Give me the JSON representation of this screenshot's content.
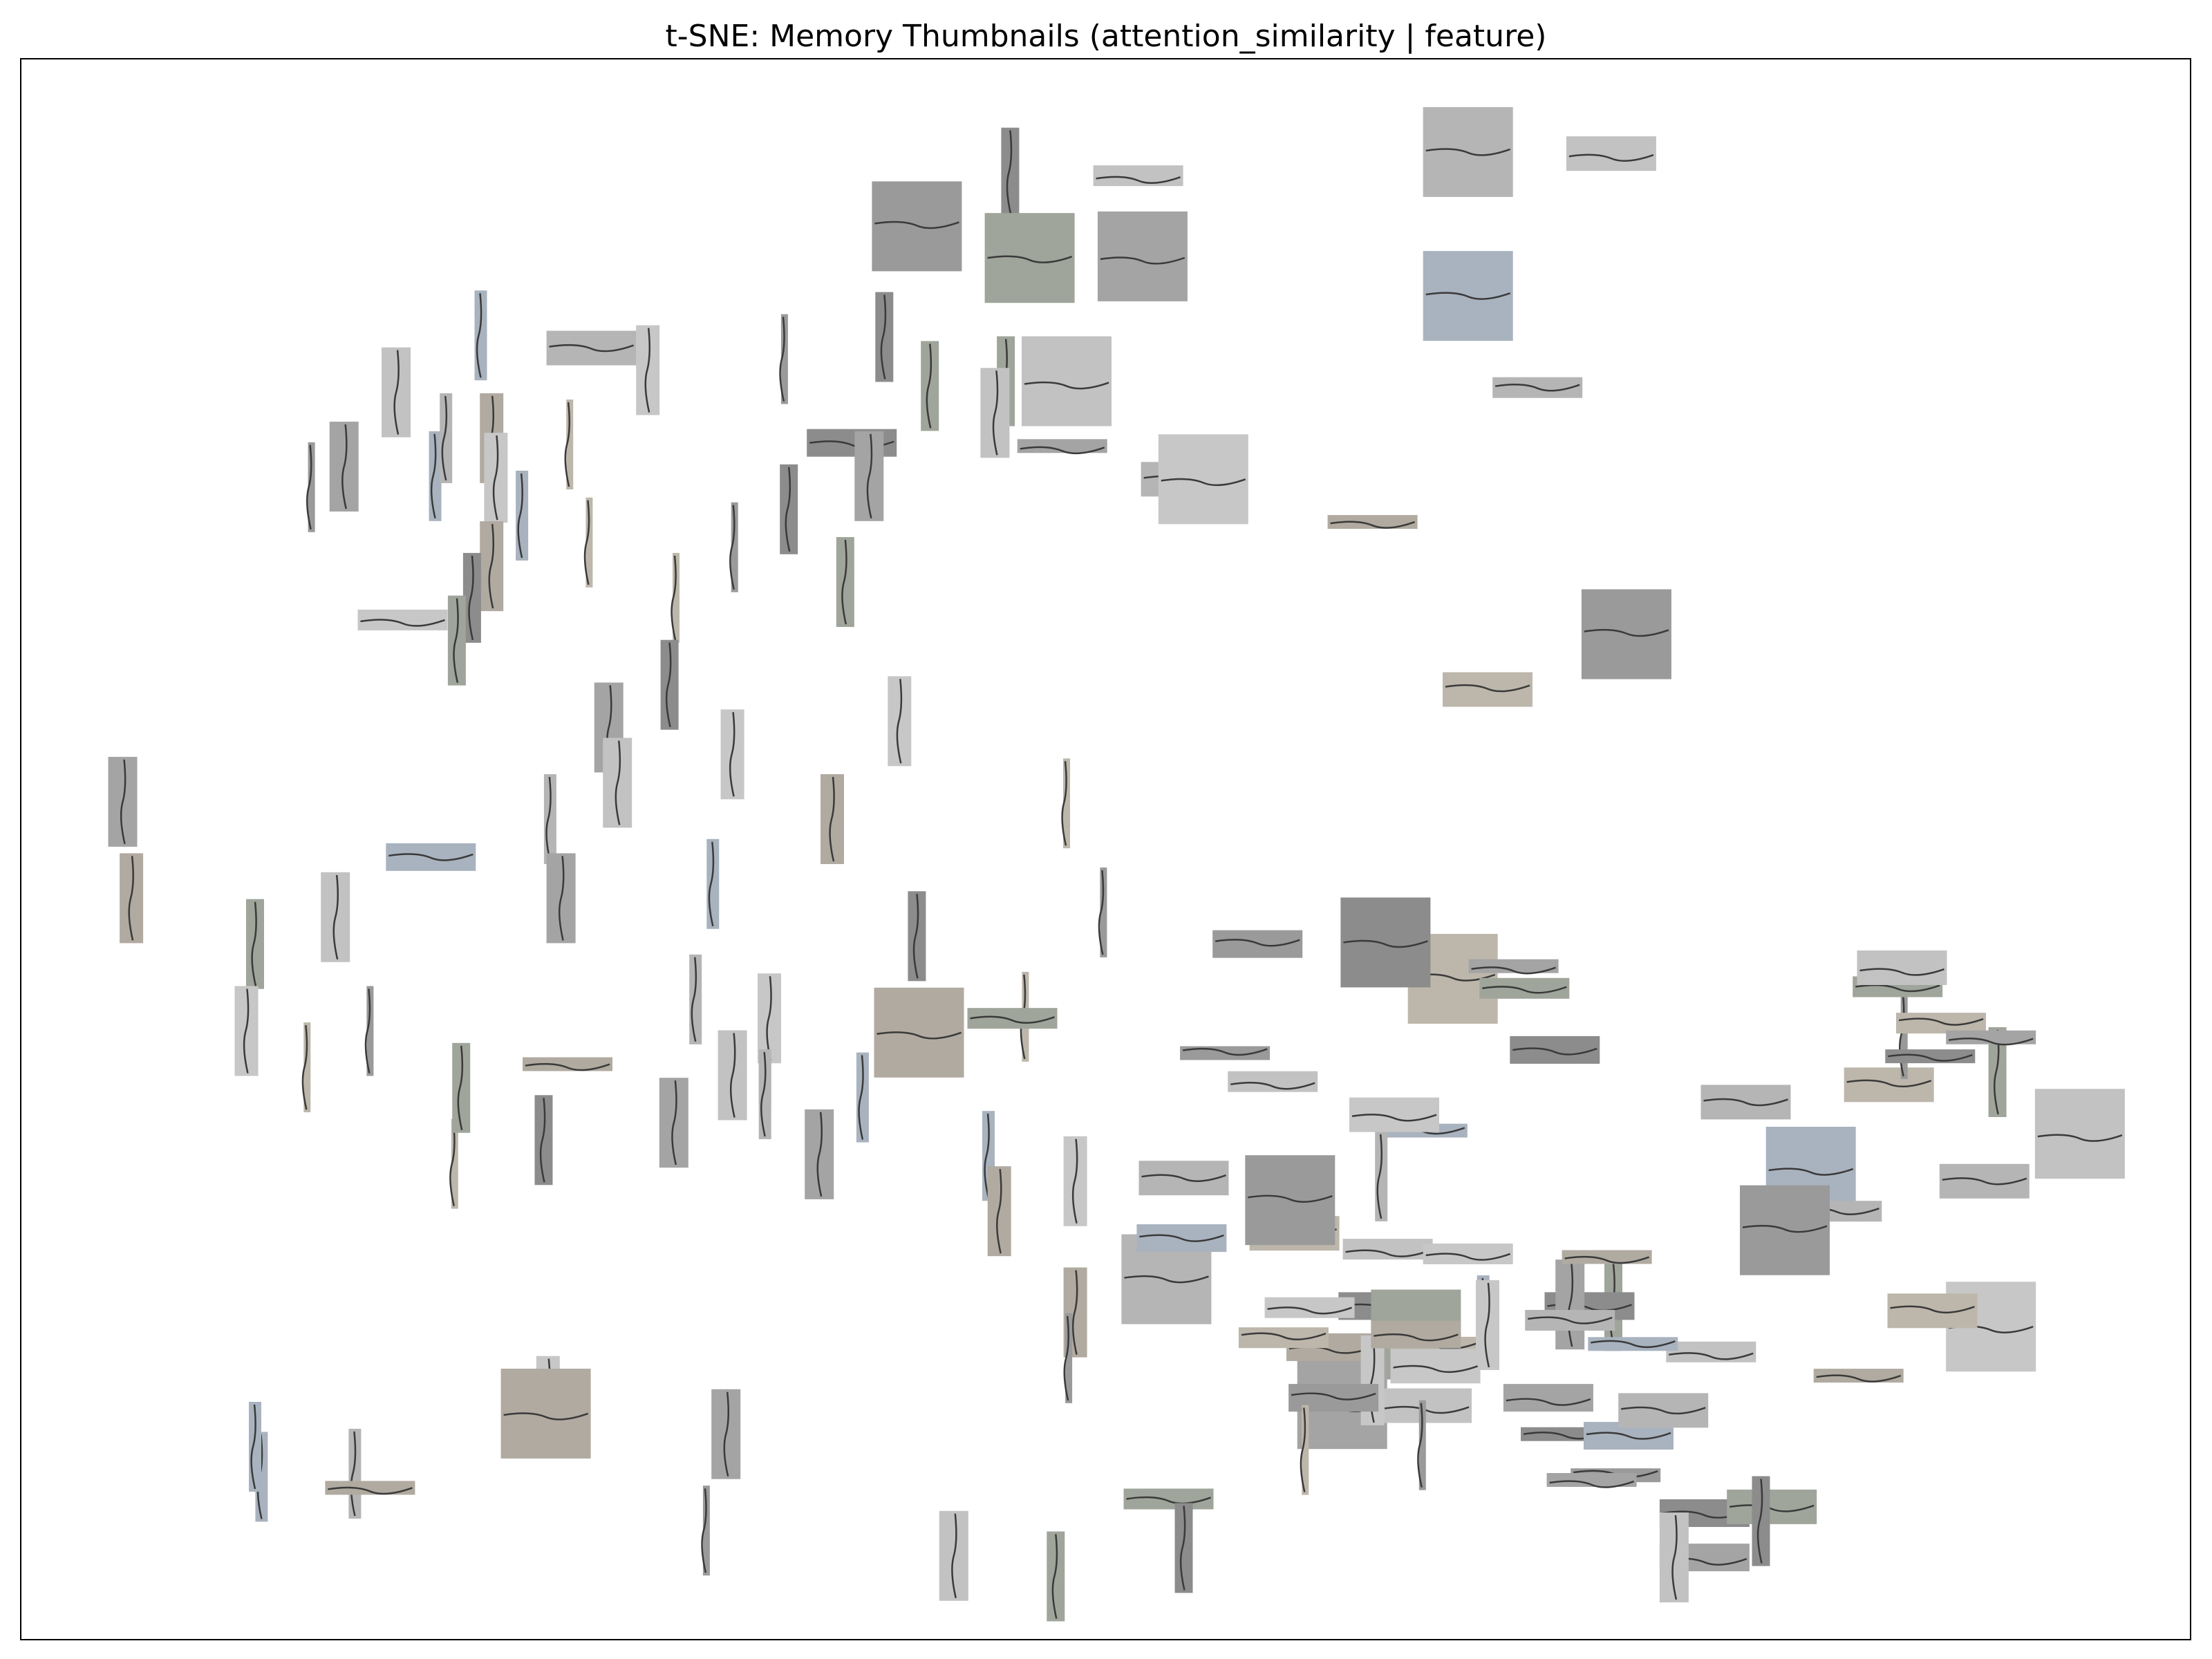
{
  "chart_data": {
    "type": "scatter",
    "title": "t-SNE: Memory Thumbnails (attention_similarity | feature)",
    "xlabel": "",
    "ylabel": "",
    "xlim": [
      0,
      1
    ],
    "ylim": [
      0,
      1
    ],
    "grid": false,
    "axes_ticks": false,
    "marker": "image-thumbnail",
    "x": [
      0.413,
      0.456,
      0.465,
      0.515,
      0.517,
      0.733,
      0.667,
      0.212,
      0.263,
      0.289,
      0.217,
      0.219,
      0.253,
      0.352,
      0.398,
      0.454,
      0.383,
      0.391,
      0.173,
      0.149,
      0.191,
      0.196,
      0.231,
      0.217,
      0.176,
      0.262,
      0.329,
      0.302,
      0.38,
      0.354,
      0.419,
      0.449,
      0.48,
      0.482,
      0.537,
      0.667,
      0.699,
      0.545,
      0.623,
      0.74,
      0.676,
      0.134,
      0.208,
      0.201,
      0.299,
      0.271,
      0.275,
      0.047,
      0.189,
      0.244,
      0.328,
      0.374,
      0.405,
      0.482,
      0.499,
      0.463,
      0.457,
      0.413,
      0.108,
      0.145,
      0.249,
      0.319,
      0.311,
      0.343,
      0.252,
      0.345,
      0.414,
      0.555,
      0.66,
      0.57,
      0.629,
      0.693,
      0.707,
      0.688,
      0.577,
      0.795,
      0.646,
      0.627,
      0.633,
      0.051,
      0.104,
      0.132,
      0.161,
      0.2,
      0.203,
      0.241,
      0.301,
      0.328,
      0.368,
      0.388,
      0.343,
      0.446,
      0.451,
      0.486,
      0.486,
      0.483,
      0.587,
      0.585,
      0.628,
      0.643,
      0.63,
      0.609,
      0.648,
      0.528,
      0.535,
      0.536,
      0.594,
      0.604,
      0.623,
      0.652,
      0.646,
      0.712,
      0.734,
      0.723,
      0.714,
      0.779,
      0.704,
      0.743,
      0.714,
      0.674,
      0.731,
      0.667,
      0.861,
      0.868,
      0.885,
      0.911,
      0.88,
      0.865,
      0.867,
      0.908,
      0.949,
      0.905,
      0.825,
      0.837,
      0.908,
      0.847,
      0.813,
      0.881,
      0.735,
      0.776,
      0.807,
      0.802,
      0.776,
      0.762,
      0.724,
      0.741,
      0.757,
      0.676,
      0.643,
      0.652,
      0.582,
      0.605,
      0.592,
      0.529,
      0.536,
      0.477,
      0.43,
      0.325,
      0.111,
      0.154,
      0.108,
      0.161,
      0.243,
      0.242,
      0.316
    ],
    "y": [
      0.894,
      0.928,
      0.874,
      0.926,
      0.875,
      0.94,
      0.941,
      0.825,
      0.817,
      0.803,
      0.76,
      0.735,
      0.756,
      0.81,
      0.824,
      0.796,
      0.757,
      0.736,
      0.789,
      0.742,
      0.736,
      0.76,
      0.711,
      0.679,
      0.645,
      0.694,
      0.691,
      0.659,
      0.669,
      0.715,
      0.793,
      0.776,
      0.755,
      0.796,
      0.734,
      0.85,
      0.792,
      0.734,
      0.707,
      0.636,
      0.601,
      0.729,
      0.659,
      0.632,
      0.604,
      0.577,
      0.542,
      0.53,
      0.495,
      0.519,
      0.56,
      0.519,
      0.581,
      0.529,
      0.46,
      0.394,
      0.393,
      0.445,
      0.44,
      0.457,
      0.469,
      0.478,
      0.405,
      0.366,
      0.364,
      0.393,
      0.384,
      0.371,
      0.418,
      0.44,
      0.441,
      0.412,
      0.373,
      0.426,
      0.353,
      0.34,
      0.322,
      0.293,
      0.332,
      0.469,
      0.385,
      0.362,
      0.385,
      0.301,
      0.349,
      0.316,
      0.327,
      0.357,
      0.307,
      0.343,
      0.345,
      0.306,
      0.271,
      0.29,
      0.207,
      0.178,
      0.257,
      0.278,
      0.211,
      0.193,
      0.247,
      0.149,
      0.148,
      0.228,
      0.254,
      0.292,
      0.21,
      0.185,
      0.164,
      0.185,
      0.123,
      0.13,
      0.211,
      0.211,
      0.212,
      0.182,
      0.153,
      0.187,
      0.202,
      0.202,
      0.242,
      0.244,
      0.351,
      0.383,
      0.39,
      0.359,
      0.369,
      0.413,
      0.425,
      0.381,
      0.32,
      0.29,
      0.296,
      0.271,
      0.198,
      0.167,
      0.259,
      0.208,
      0.104,
      0.08,
      0.084,
      0.075,
      0.052,
      0.052,
      0.101,
      0.129,
      0.145,
      0.199,
      0.193,
      0.173,
      0.191,
      0.153,
      0.12,
      0.089,
      0.058,
      0.04,
      0.053,
      0.13,
      0.103,
      0.105,
      0.122,
      0.096,
      0.151,
      0.143,
      0.069
    ],
    "annotations": []
  }
}
